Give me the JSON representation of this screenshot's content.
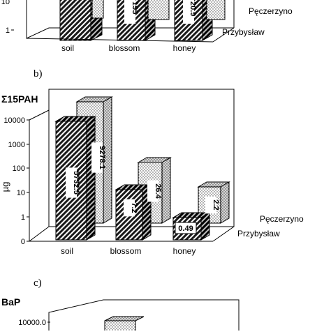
{
  "chart_data": [
    {
      "type": "bar",
      "panel": "",
      "title": "",
      "depth": [
        "Pęczerzyno",
        "Przybysław"
      ],
      "categories": [
        "soil",
        "blossom",
        "honey"
      ],
      "ticks": [
        "1",
        "10"
      ],
      "series": [
        {
          "name": "Przybysław",
          "values": [
            null,
            195,
            20.9
          ],
          "value_labels": [
            "",
            "195",
            "20.9"
          ],
          "pattern": "hatched"
        },
        {
          "name": "Pęczerzyno",
          "values": [
            null,
            null,
            null
          ],
          "value_labels": [
            "",
            "",
            ""
          ],
          "pattern": "dotted"
        }
      ],
      "scale": "log"
    },
    {
      "type": "bar",
      "panel": "b)",
      "title": "Σ15PAH",
      "ylabel": "µg",
      "scale": "log",
      "ylim": [
        0,
        10000
      ],
      "ticks": [
        "10000",
        "1000",
        "100",
        "10",
        "1",
        "0"
      ],
      "categories": [
        "soil",
        "blossom",
        "honey"
      ],
      "depth": [
        "Pęczerzyno",
        "Przybysław"
      ],
      "series": [
        {
          "name": "Przybysław",
          "values": [
            5732.5,
            7.2,
            0.49
          ],
          "value_labels": [
            "5732.5",
            "7.2",
            "0.49"
          ],
          "pattern": "hatched"
        },
        {
          "name": "Pęczerzyno",
          "values": [
            9278.1,
            26.4,
            2.2
          ],
          "value_labels": [
            "9278.1",
            "26.4",
            "2.2"
          ],
          "pattern": "dotted"
        }
      ]
    },
    {
      "type": "bar",
      "panel": "c)",
      "title": "BaP",
      "ticks": [
        "10000.0"
      ],
      "categories": [],
      "series": []
    }
  ]
}
